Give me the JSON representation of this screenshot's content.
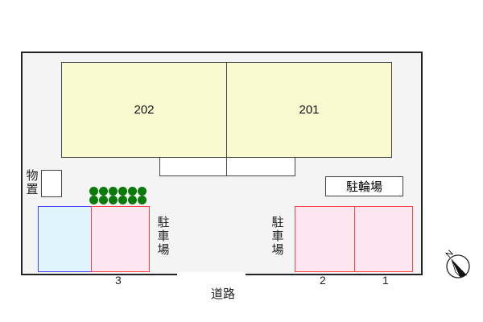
{
  "units": [
    "202",
    "201"
  ],
  "storage_label": "物置",
  "bike_parking_label": "駐輪場",
  "parking_label_left": "駐車場",
  "parking_label_right": "駐車場",
  "space_numbers": [
    "3",
    "2",
    "1"
  ],
  "road_label": "道路",
  "compass_label": "N",
  "colors": {
    "building": "#fafad0",
    "parking_pink": "#fde6ef",
    "parking_blue": "#dff4fd",
    "tree": "#0a7a0a"
  }
}
